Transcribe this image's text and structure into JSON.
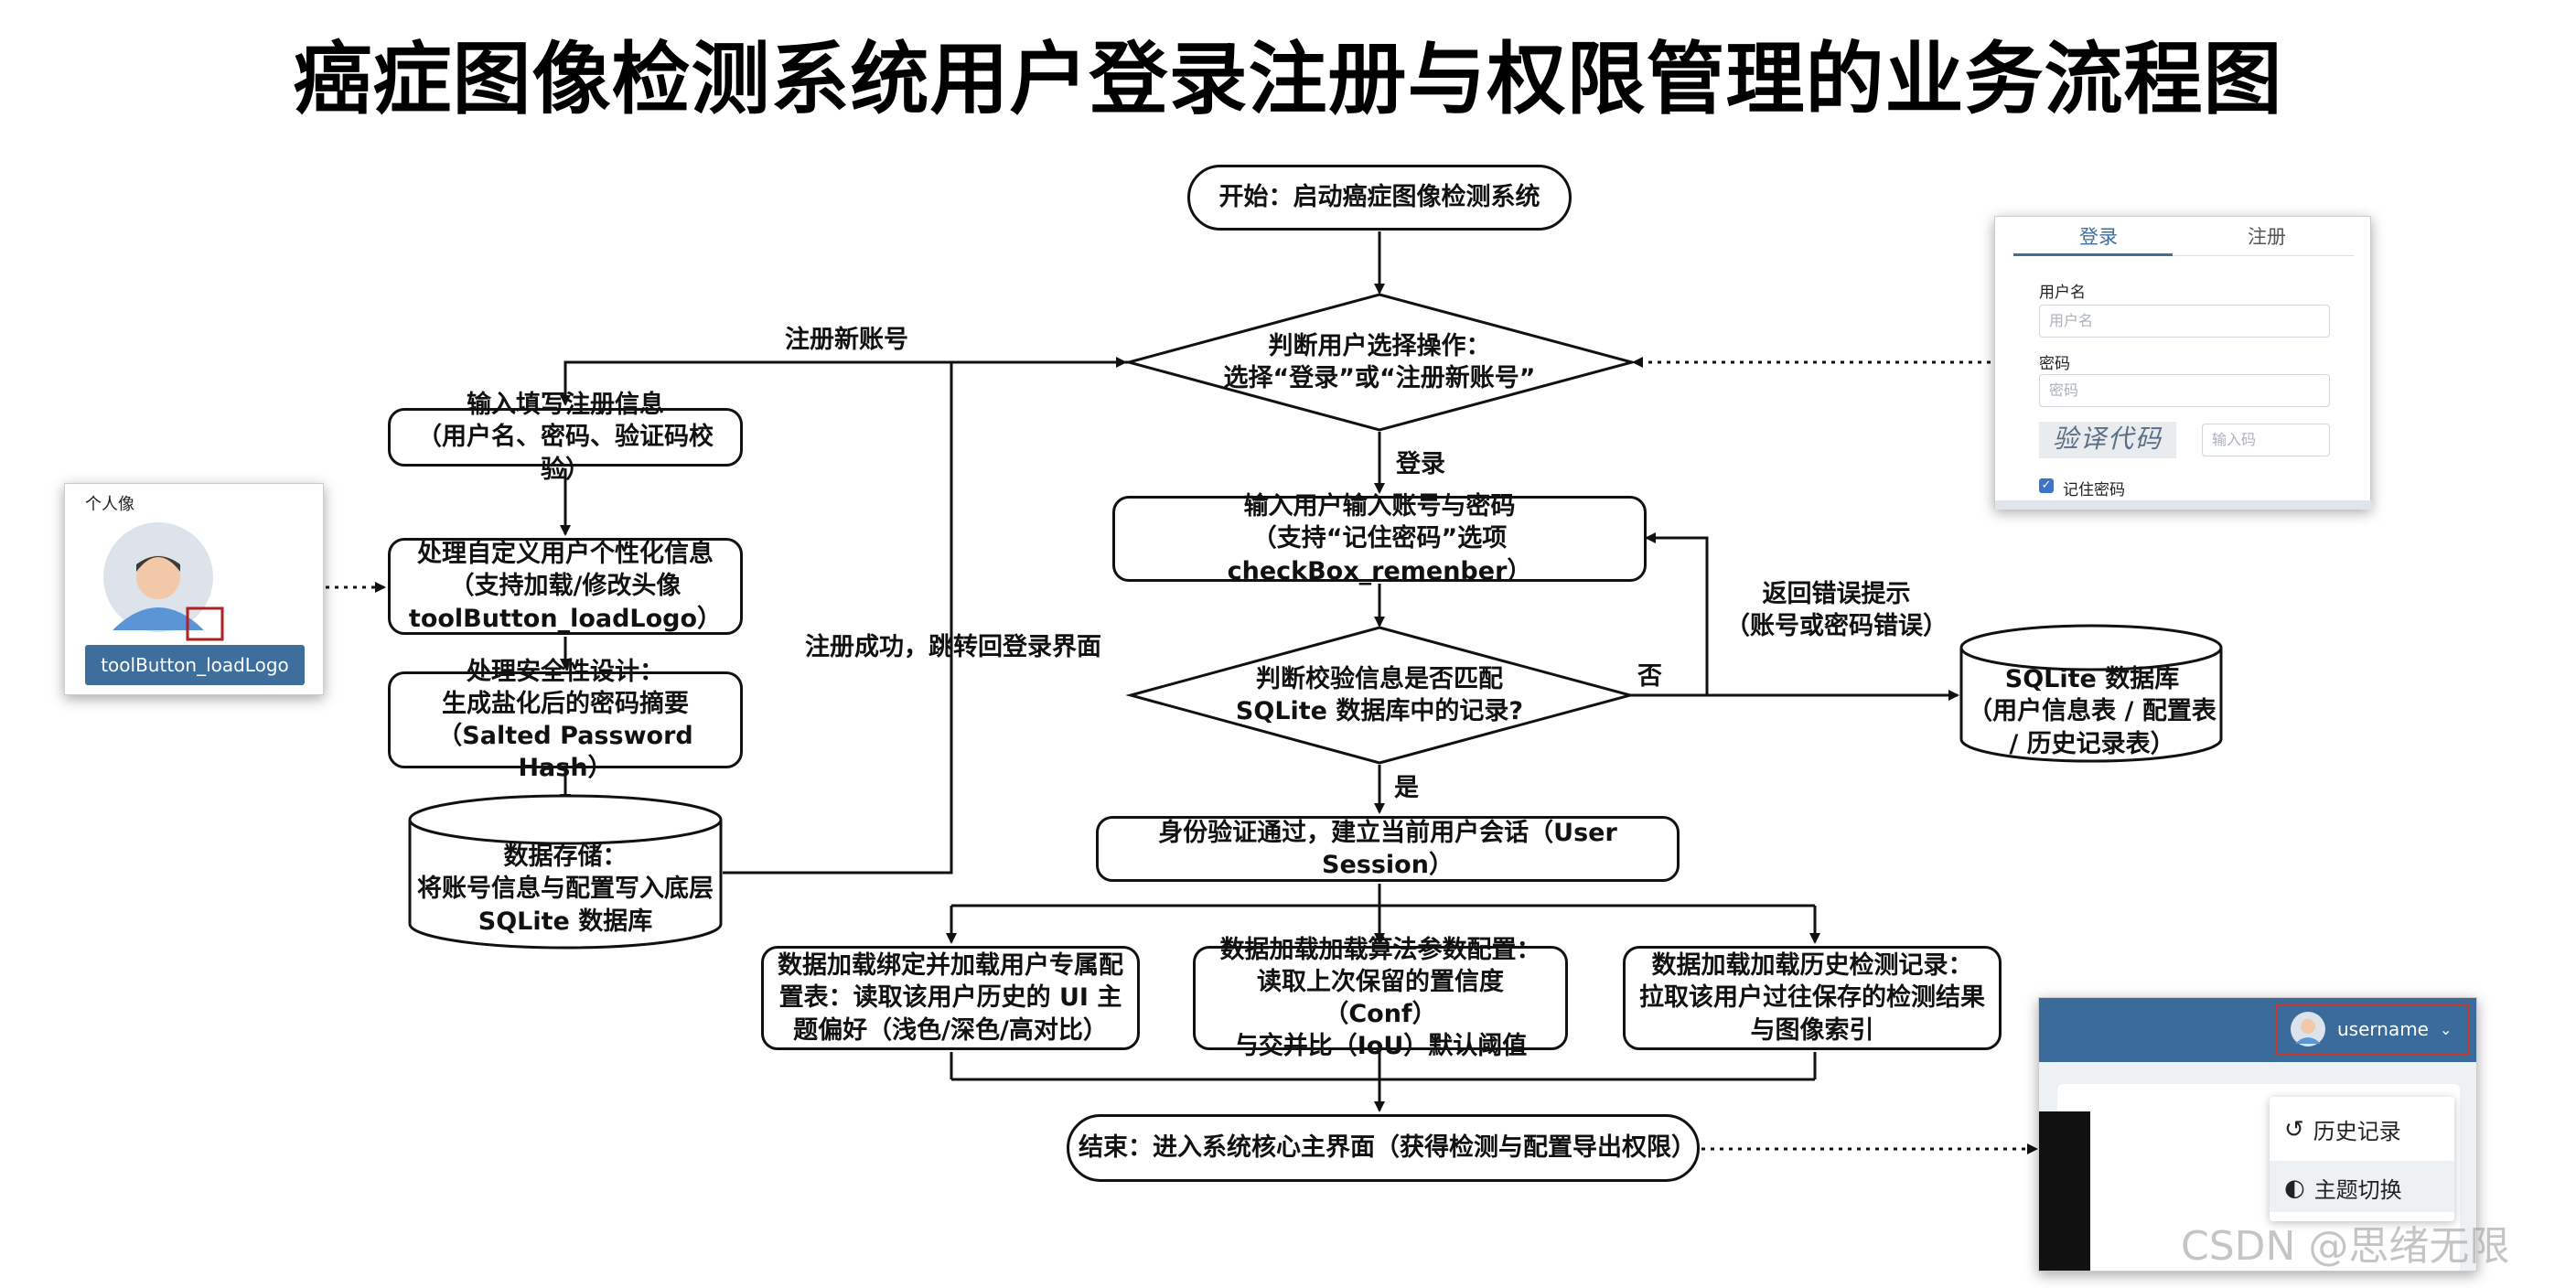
{
  "title": "癌症图像检测系统用户登录注册与权限管理的业务流程图",
  "nodes": {
    "start": "开始：启动癌症图像检测系统",
    "decision_choice": "判断用户选择操作：\n选择“登录”或“注册新账号”",
    "input_login": "输入用户输入账号与密码\n（支持“记住密码”选项 checkBox_remenber）",
    "decision_match": "判断校验信息是否匹配\nSQLite 数据库中的记录?",
    "session": "身份验证通过，建立当前用户会话（User Session）",
    "load_ui": "数据加载绑定并加载用户专属配\n置表：读取该用户历史的 UI 主\n题偏好（浅色/深色/高对比）",
    "load_params": "数据加载加载算法参数配置：\n读取上次保留的置信度（Conf）\n与交并比（IoU）默认阈值",
    "load_history": "数据加载加载历史检测记录：\n拉取该用户过往保存的检测结果\n与图像索引",
    "end": "结束：进入系统核心主界面（获得检测与配置导出权限）",
    "reg_input": "输入填写注册信息\n（用户名、密码、验证码校验）",
    "reg_custom": "处理自定义用户个性化信息\n（支持加载/修改头像\ntoolButton_loadLogo）",
    "reg_security": "处理安全性设计：\n生成盐化后的密码摘要\n（Salted Password Hash）",
    "reg_store": "数据存储：\n将账号信息与配置写入底层\nSQLite 数据库",
    "db": "SQLite 数据库\n（用户信息表 / 配置表\n/ 历史记录表）"
  },
  "edge_labels": {
    "register_new": "注册新账号",
    "login": "登录",
    "register_success": "注册成功，跳转回登录界面",
    "return_error": "返回错误提示\n（账号或密码错误）",
    "no": "否",
    "yes": "是"
  },
  "login_panel": {
    "tab_login": "登录",
    "tab_register": "注册",
    "username_label": "用户名",
    "username_placeholder": "用户名",
    "password_label": "密码",
    "password_placeholder": "密码",
    "captcha_text": "验译代码",
    "captcha_placeholder": "输入码",
    "remember_label": "记住密码",
    "accent_color": "#3e6e9c"
  },
  "avatar_panel": {
    "label": "个人像",
    "button": "toolButton_loadLogo"
  },
  "user_panel": {
    "username": "username",
    "menu_history": "历史记录",
    "menu_theme": "主题切换",
    "header_color": "#3b6b9a"
  },
  "watermark": "CSDN @思绪无限"
}
